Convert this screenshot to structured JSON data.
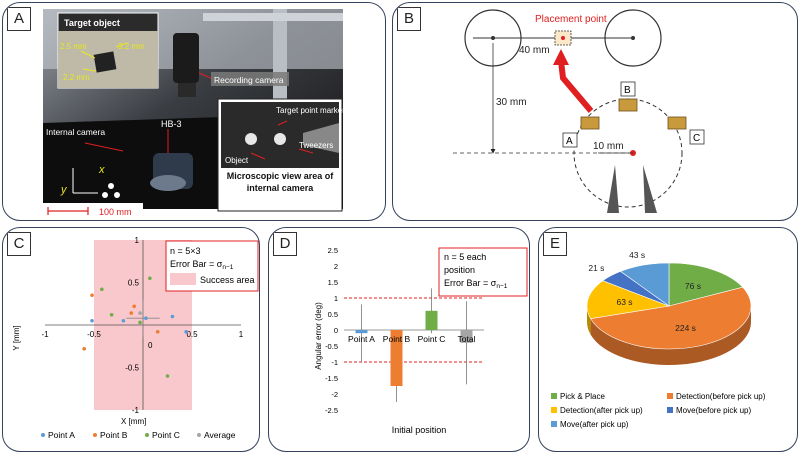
{
  "panels": {
    "A": {
      "label": "A",
      "target_object_title": "Target object",
      "dim_2_5": "2.5 mm",
      "dim_3_2": "3.2 mm",
      "dim_2_2": "2.2 mm",
      "recording_camera": "Recording camera",
      "internal_camera": "Internal camera",
      "hb3": "HB-3",
      "target_point_marker": "Target point marker",
      "object": "Object",
      "tweezers": "Tweezers",
      "micro_caption": "Microscopic view area of internal camera",
      "axis_x": "x",
      "axis_y": "y",
      "scale_bar": "100 mm"
    },
    "B": {
      "label": "B",
      "placement_point": "Placement point",
      "dim_40": "40 mm",
      "dim_30": "30 mm",
      "dim_10": "10 mm",
      "pos_a": "A",
      "pos_b": "B",
      "pos_c": "C"
    },
    "C": {
      "label": "C",
      "legend_n": "n = 5×3",
      "legend_error": "Error Bar = σ",
      "legend_error_sub": "n−1",
      "legend_success": "Success area",
      "xlabel": "X [mm]",
      "ylabel": "Y [mm]",
      "origin": "0",
      "legend_items": [
        "Point A",
        "Point B",
        "Point C",
        "Average"
      ]
    },
    "D": {
      "label": "D",
      "legend_n": "n = 5 each",
      "legend_position": "position",
      "legend_error": "Error Bar = σ",
      "legend_error_sub": "n−1",
      "xlabel": "Initial position",
      "ylabel": "Angular error (deg)"
    },
    "E": {
      "label": "E",
      "legend_items": [
        "Pick & Place",
        "Detection(before pick up)",
        "Detection(after pick up)",
        "Move(before pick up)",
        "Move(after pick up)"
      ]
    }
  },
  "colors": {
    "point_a": "#5b9bd5",
    "point_b": "#ed7d31",
    "point_c": "#70ad47",
    "average": "#a5a5a5",
    "success": "#f8c8cc",
    "red_annotation": "#e02020",
    "pie_green": "#70ad47",
    "pie_orange": "#ed7d31",
    "pie_yellow": "#ffc000",
    "pie_blue": "#4472c4",
    "pie_lightblue": "#5b9bd5"
  },
  "chart_data": [
    {
      "id": "C",
      "type": "scatter",
      "xlim": [
        -1,
        1
      ],
      "ylim": [
        -1,
        1
      ],
      "xticks": [
        -1,
        -0.5,
        0.5,
        1
      ],
      "yticks": [
        1,
        0.5,
        -0.5,
        -1
      ],
      "success_area": [
        -0.5,
        0.5
      ],
      "error_bar": {
        "x": 0.0,
        "y": 0.08,
        "xerr": 0.17,
        "yerr": 0.22
      },
      "series": [
        {
          "name": "Point A",
          "points": [
            [
              -0.52,
              0.05
            ],
            [
              0.03,
              0.08
            ],
            [
              0.3,
              0.1
            ],
            [
              0.44,
              -0.08
            ],
            [
              -0.2,
              0.05
            ]
          ]
        },
        {
          "name": "Point B",
          "points": [
            [
              -0.6,
              -0.28
            ],
            [
              -0.52,
              0.35
            ],
            [
              -0.12,
              0.14
            ],
            [
              -0.09,
              0.22
            ],
            [
              0.15,
              -0.08
            ]
          ]
        },
        {
          "name": "Point C",
          "points": [
            [
              -0.42,
              0.42
            ],
            [
              -0.32,
              0.12
            ],
            [
              0.07,
              0.55
            ],
            [
              0.25,
              -0.6
            ],
            [
              -0.03,
              0.03
            ]
          ]
        },
        {
          "name": "Average",
          "points": [
            [
              -0.03,
              0.14
            ]
          ]
        }
      ]
    },
    {
      "id": "D",
      "type": "bar",
      "categories": [
        "Point A",
        "Point B",
        "Point C",
        "Total"
      ],
      "values": [
        -0.1,
        -1.75,
        0.6,
        -0.4
      ],
      "errors": [
        0.9,
        0.5,
        0.7,
        1.3
      ],
      "colors": [
        "#5b9bd5",
        "#ed7d31",
        "#70ad47",
        "#a5a5a5"
      ],
      "ylim": [
        -2.5,
        2.5
      ],
      "yticks": [
        2.5,
        2,
        1.5,
        1,
        0.5,
        0,
        -0.5,
        -1,
        -1.5,
        -2,
        -2.5
      ],
      "reference_lines": [
        1,
        -1
      ]
    },
    {
      "id": "E",
      "type": "pie",
      "labels": [
        "Pick & Place",
        "Detection(before pick up)",
        "Detection(after pick up)",
        "Move(before pick up)",
        "Move(after pick up)"
      ],
      "values": [
        76,
        224,
        63,
        21,
        43
      ],
      "value_labels": [
        "76 s",
        "224 s",
        "63 s",
        "21 s",
        "43 s"
      ],
      "colors": [
        "#70ad47",
        "#ed7d31",
        "#ffc000",
        "#4472c4",
        "#5b9bd5"
      ]
    }
  ]
}
